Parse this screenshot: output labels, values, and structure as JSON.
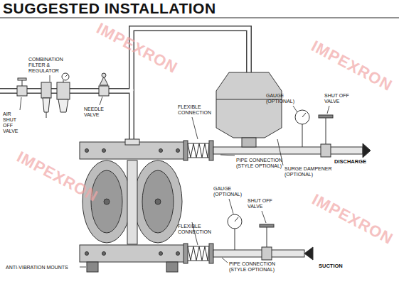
{
  "diagram": {
    "title": "SUGGESTED INSTALLATION",
    "labels": [
      "COMBINATION FILTER & REGULATOR",
      "AIR SHUT OFF VALVE",
      "NEEDLE VALVE",
      "FLEXIBLE CONNECTION",
      "GAUGE (OPTIONAL)",
      "SHUT OFF VALVE",
      "PIPE CONNECTION (STYLE OPTIONAL)",
      "SURGE DAMPENER (OPTIONAL)",
      "DISCHARGE",
      "GAUGE (OPTIONAL)",
      "SHUT OFF VALVE",
      "FLEXIBLE CONNECTION",
      "ANTI-VIBRATION MOUNTS",
      "PIPE CONNECTION (STYLE OPTIONAL)",
      "SUCTION",
      "IMPEXRON",
      "IMPEXRON",
      "IMPEXRON",
      "IMPEXRON"
    ]
  }
}
